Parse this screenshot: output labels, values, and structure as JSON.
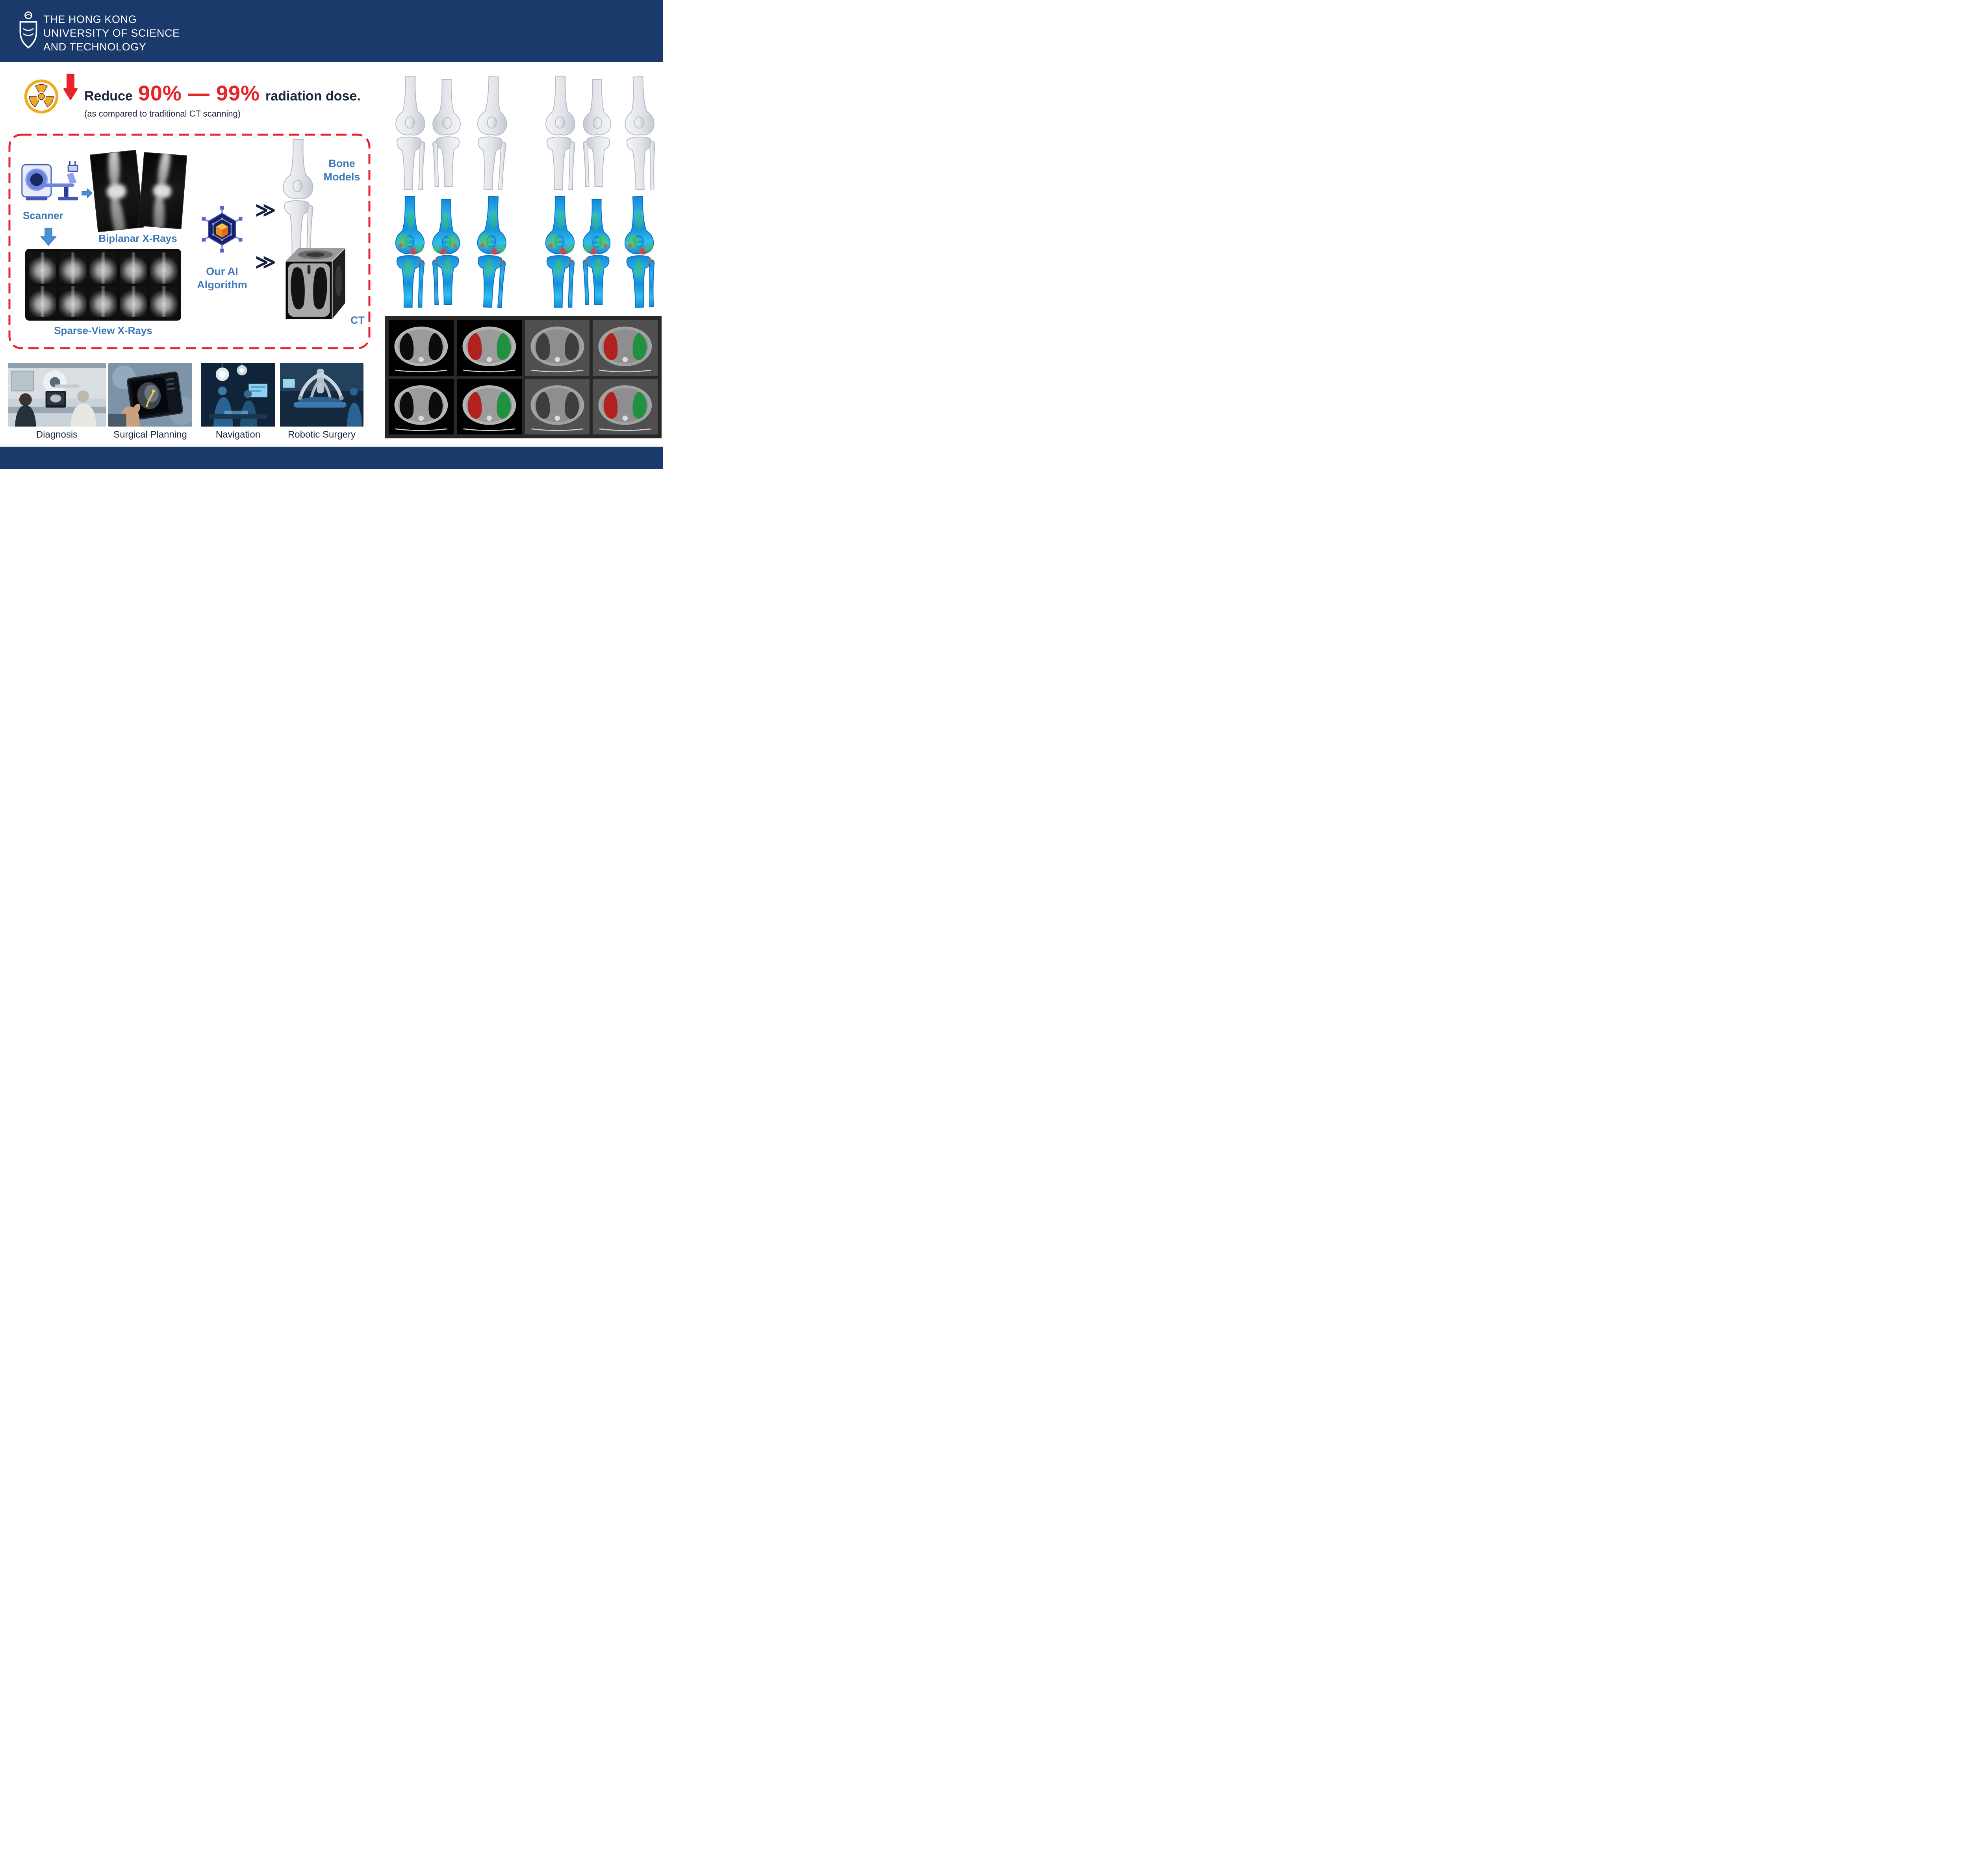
{
  "header": {
    "line1": "THE HONG KONG",
    "line2": "UNIVERSITY OF SCIENCE",
    "line3": "AND TECHNOLOGY"
  },
  "hero": {
    "reduce": "Reduce",
    "range": "90% — 99%",
    "tail": "radiation dose.",
    "note": "(as compared to traditional CT scanning)"
  },
  "pipeline": {
    "scanner": "Scanner",
    "biplanar": "Biplanar X-Rays",
    "sparse": "Sparse-View X-Rays",
    "ai": "Our AI\nAlgorithm",
    "bone_models": "Bone\nModels",
    "ct": "CT",
    "chevron": "≫"
  },
  "applications": [
    "Diagnosis",
    "Surgical Planning",
    "Navigation",
    "Robotic Surgery"
  ],
  "icons": {
    "radiation": "radiation-trefoil",
    "red_down_arrow": "arrow-down",
    "blue_right_arrow": "arrow-right",
    "blue_down_arrow": "arrow-down",
    "ai": "hexagon-chip-cube"
  },
  "colors": {
    "header_navy": "#1a3a6b",
    "highlight_red": "#e8232a",
    "label_blue": "#3d7ab8",
    "radiation_yellow": "#f5a81e"
  }
}
